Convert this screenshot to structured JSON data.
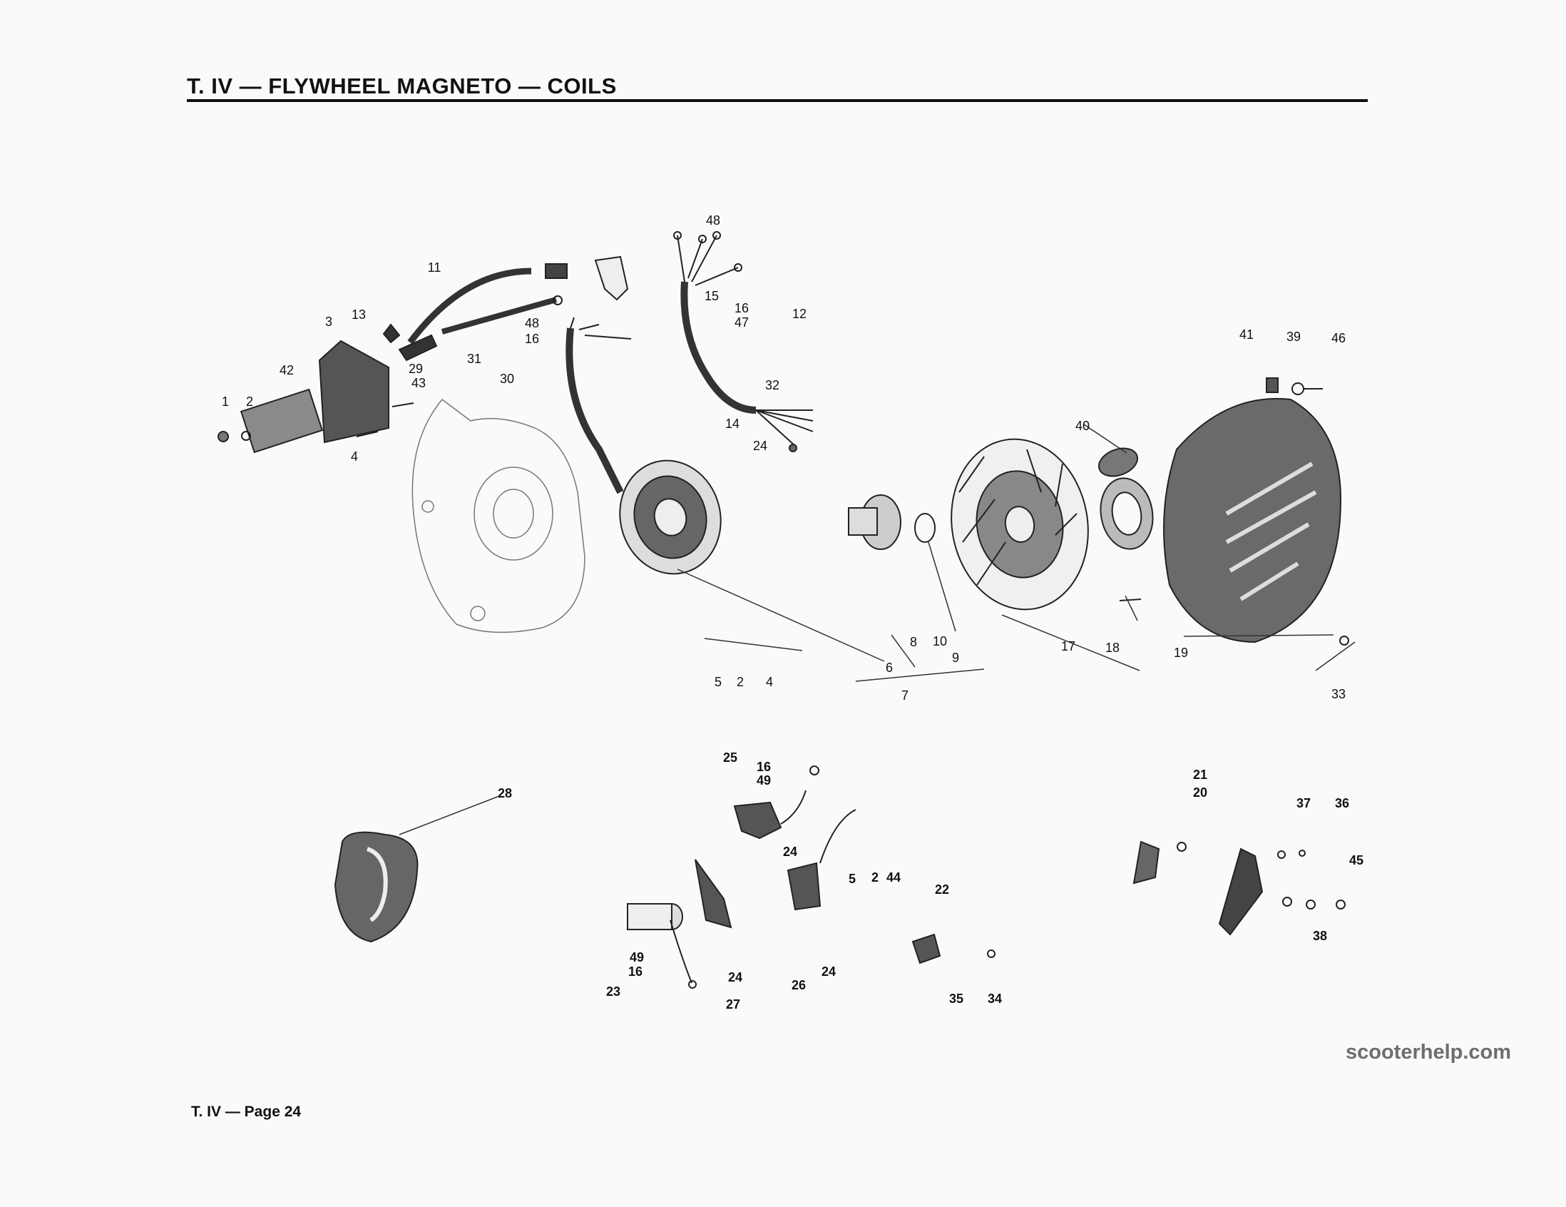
{
  "header": {
    "title": "T. IV — FLYWHEEL MAGNETO — COILS"
  },
  "footer": {
    "page_label": "T. IV — Page 24"
  },
  "watermark": {
    "text": "scooterhelp.com"
  },
  "callouts": [
    "1",
    "2",
    "3",
    "4",
    "42",
    "43",
    "13",
    "29",
    "11",
    "31",
    "30",
    "48",
    "16",
    "48",
    "16",
    "47",
    "15",
    "12",
    "14",
    "32",
    "24",
    "5",
    "2",
    "4",
    "6",
    "7",
    "8",
    "10",
    "9",
    "17",
    "18",
    "40",
    "19",
    "41",
    "39",
    "46",
    "33",
    "28",
    "25",
    "16",
    "49",
    "24",
    "5",
    "2",
    "44",
    "22",
    "35",
    "34",
    "23",
    "49",
    "16",
    "27",
    "24",
    "26",
    "24",
    "21",
    "20",
    "37",
    "36",
    "45",
    "38"
  ]
}
